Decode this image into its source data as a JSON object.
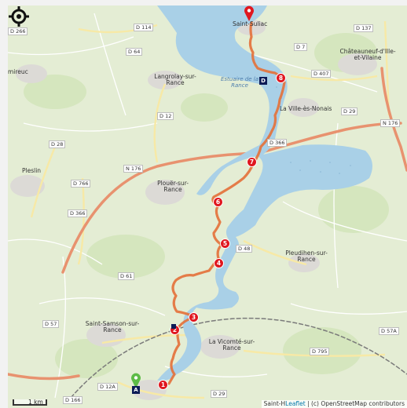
{
  "map": {
    "colors": {
      "water": "#a9d0e7",
      "land": "#e4edd4",
      "route": "#e4723c",
      "marker": "#e0171f",
      "square_marker": "#0c1b56",
      "major_road": "#e8926f"
    },
    "places": {
      "saint_suliac": "Saint-Suliac",
      "chateauneuf": "Châteauneuf-d'Ille-et-Vilaine",
      "langrolay": "Langrolay-sur-Rance",
      "la_ville_es_nonais": "La Ville-ès-Nonais",
      "pleslin": "Pleslin",
      "plouer": "Plouër-sur-Rance",
      "pleudihen": "Pleudihen-sur-Rance",
      "saint_samson": "Saint-Samson-sur-Rance",
      "la_vicomte": "La Vicomté-sur-Rance",
      "mireuc": "mireuc",
      "estuaire": "Estuaire de la Rance"
    },
    "roads": [
      "D 114",
      "D 64",
      "D 7",
      "D 137",
      "D 407",
      "D 12",
      "D 28",
      "N 176",
      "D 766",
      "D 366",
      "D 29",
      "N 176",
      "D 48",
      "D 61",
      "D 57",
      "D 795",
      "D 57A",
      "D 12A",
      "D 166",
      "D 29",
      "D 266",
      "D 366"
    ],
    "waypoints": [
      "1",
      "2",
      "3",
      "4",
      "5",
      "6",
      "7",
      "8"
    ],
    "start_marker": "A",
    "end_marker": "D",
    "scale_label": "1 km",
    "attribution_prefix": "Saint-H",
    "attribution_leaflet": "Leaflet",
    "attribution_rest": " | (c) OpenStreetMap contributors"
  }
}
